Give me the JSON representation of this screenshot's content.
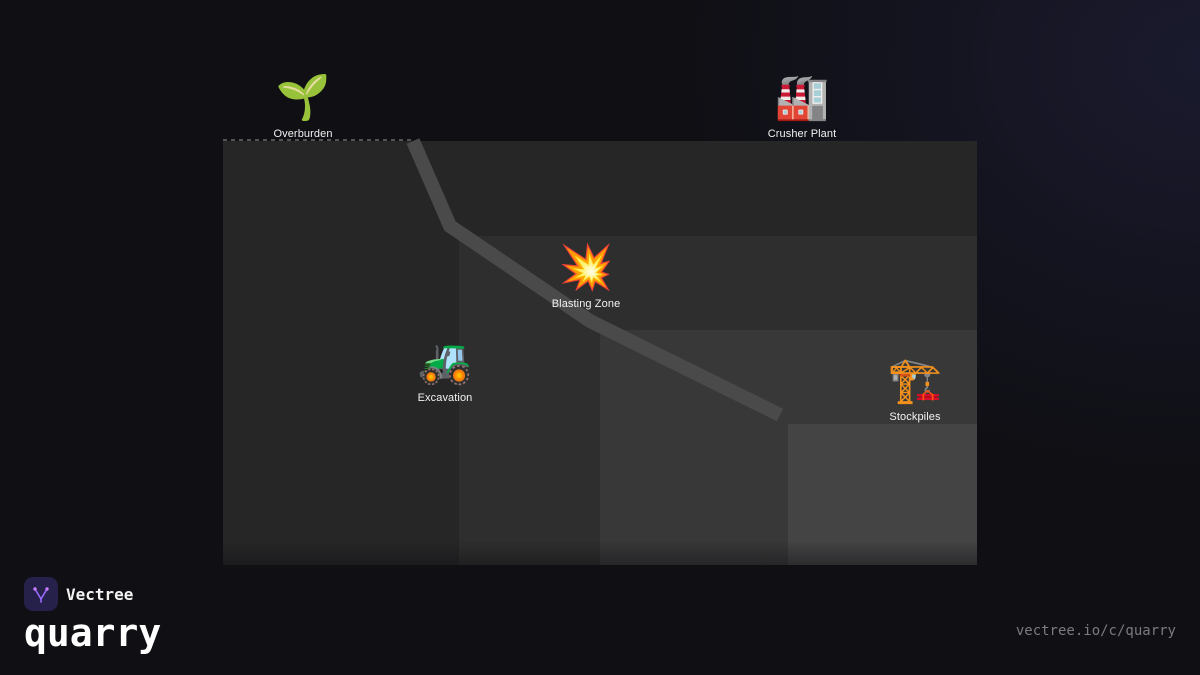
{
  "diagram": {
    "labels": [
      {
        "id": "overburden",
        "text": "Overburden",
        "icon": "seedling-icon",
        "emoji": "🌱"
      },
      {
        "id": "crusher-plant",
        "text": "Crusher Plant",
        "icon": "factory-icon",
        "emoji": "🏭"
      },
      {
        "id": "blasting-zone",
        "text": "Blasting Zone",
        "icon": "collision-icon",
        "emoji": "💥"
      },
      {
        "id": "excavation",
        "text": "Excavation",
        "icon": "tractor-icon",
        "emoji": "🚜"
      },
      {
        "id": "stockpiles",
        "text": "Stockpiles",
        "icon": "crane-icon",
        "emoji": "🏗️"
      }
    ],
    "colors": {
      "background": "#0f0f14",
      "bench_1": "#262626",
      "bench_2": "#2e2e2e",
      "bench_3": "#383838",
      "bench_4": "#444444",
      "haul_road": "#4a4a4a"
    }
  },
  "footer": {
    "brand_name": "Vectree",
    "project_name": "quarry",
    "url": "vectree.io/c/quarry",
    "logo_icon": "vectree-logo-icon"
  }
}
